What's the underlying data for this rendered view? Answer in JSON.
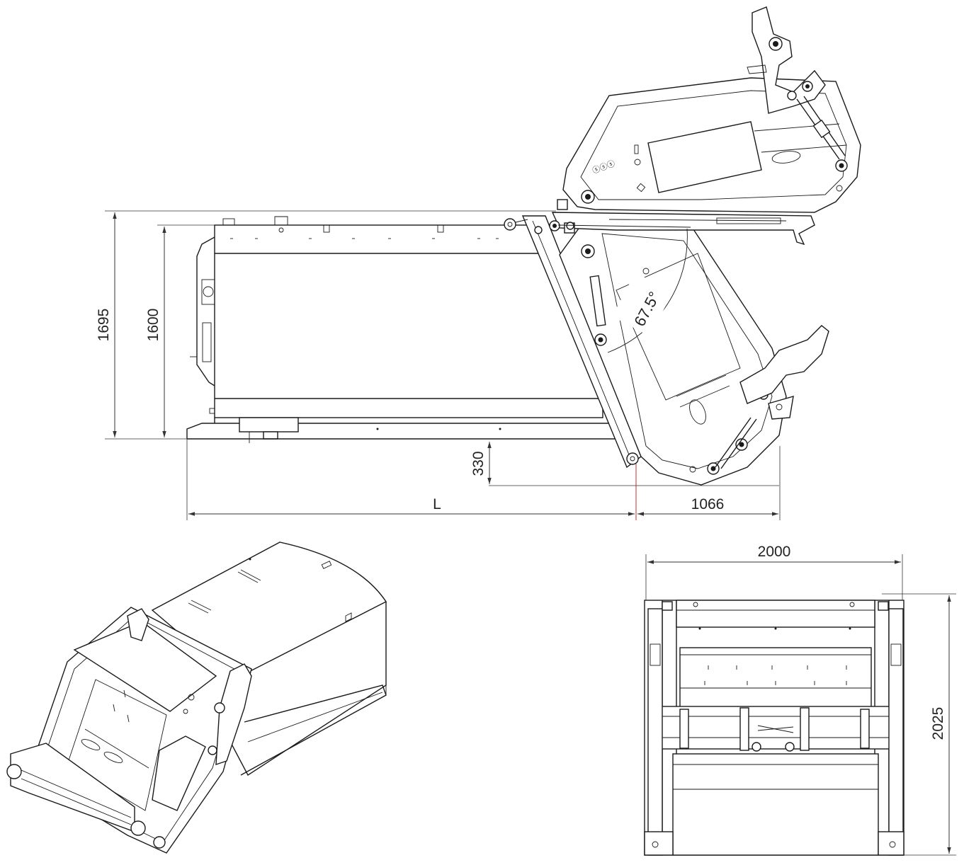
{
  "dimensions": {
    "overall_height": "1695",
    "body_height": "1600",
    "ground_clearance": "330",
    "length": "L",
    "overhang": "1066",
    "width": "2000",
    "rear_height": "2025",
    "tilt_angle": "67.5°"
  },
  "colors": {
    "line": "#1a1a1a",
    "dimension": "#333333",
    "accent": "#c03030",
    "background": "#ffffff"
  }
}
